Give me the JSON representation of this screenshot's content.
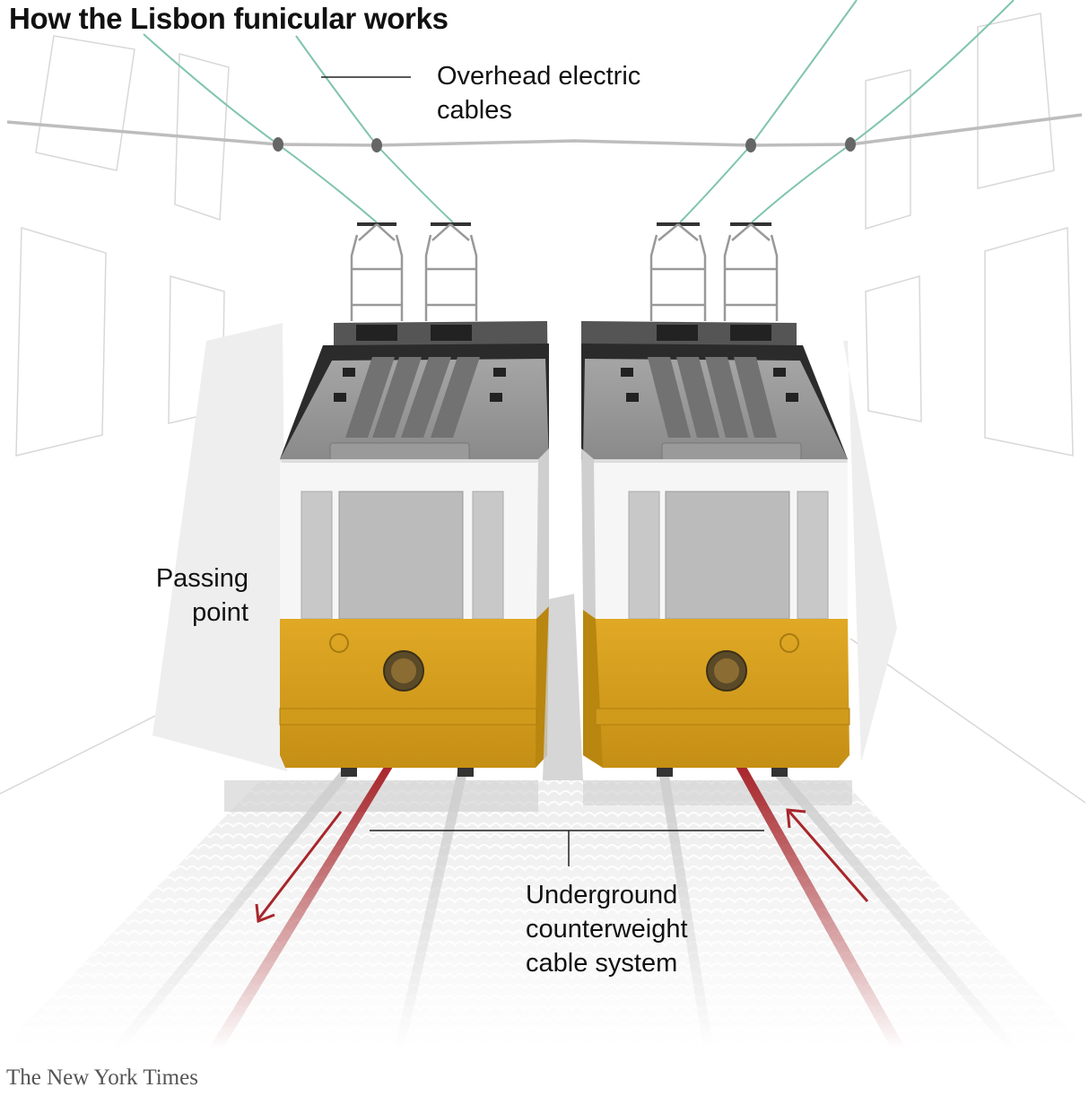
{
  "title": "How the Lisbon funicular works",
  "labels": {
    "overhead": [
      "Overhead electric",
      "cables"
    ],
    "passing": [
      "Passing",
      "point"
    ],
    "underground": [
      "Underground",
      "counterweight",
      "cable system"
    ]
  },
  "credit": "The New York Times",
  "colors": {
    "tram_yellow": "#d9a21f",
    "tram_white": "#f4f4f4",
    "roof_gray": "#8c8c8c",
    "cable_red": "#a8262b",
    "overhead_cable": "#7fc4ad",
    "pavement": "#ececec"
  },
  "icons": [
    "tram",
    "pantograph",
    "direction-arrow"
  ]
}
